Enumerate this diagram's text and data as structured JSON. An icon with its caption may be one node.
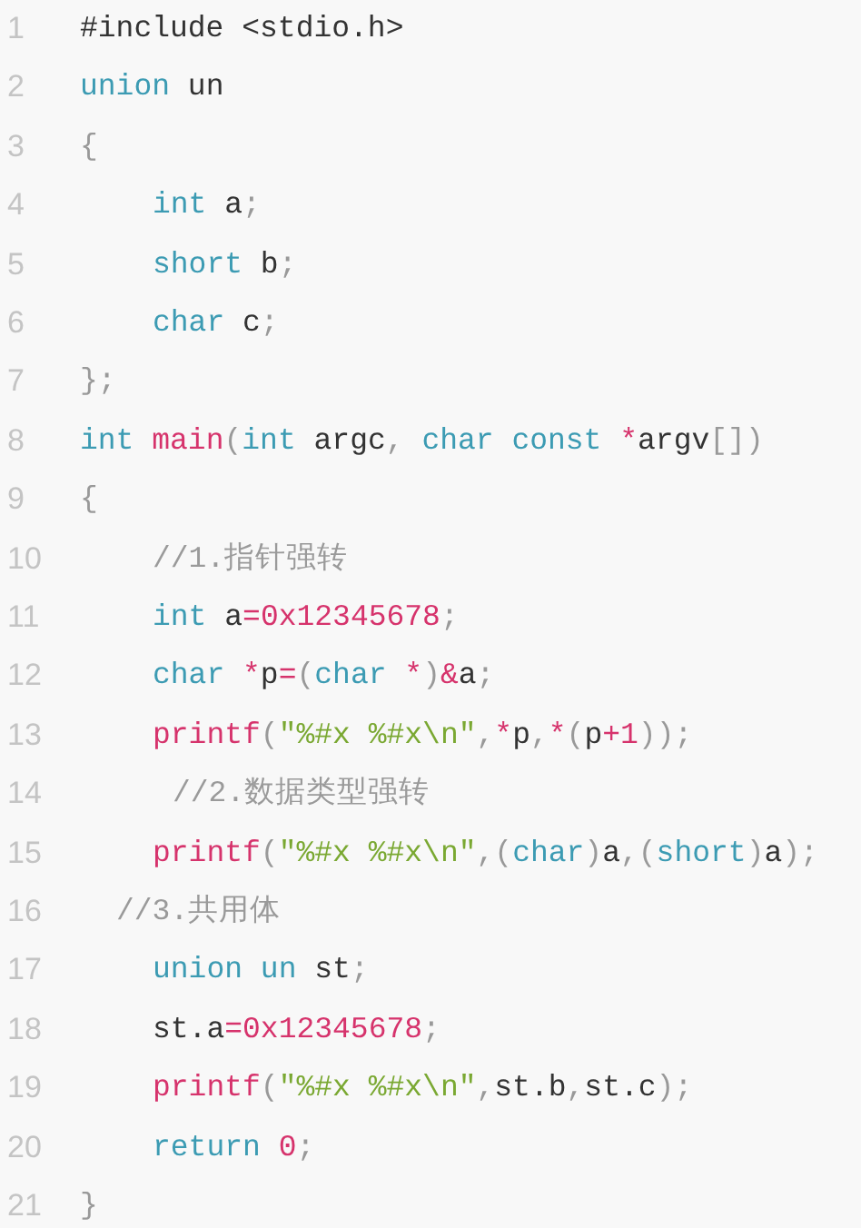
{
  "diagram": {
    "labels": [
      "1",
      "#include <stdio.h>",
      "2",
      "union un",
      "3",
      "{",
      "4",
      "int a;",
      "5",
      "short b;",
      "6",
      "char c;",
      "7",
      "};",
      "8",
      "int main(int argc, char const *argv[])",
      "9",
      "{",
      "10",
      "//1.指针强转",
      "11",
      "int a=0x12345678;",
      "12",
      "char *p=(char *)&a;",
      "13",
      "printf(\"%#x %#x\\n\",*p,*(p+1));",
      "14",
      "//2.数据类型强转",
      "15",
      "printf(\"%#x %#x\\n\",(char)a,(short)a);",
      "16",
      "//3.共用体",
      "17",
      "union un st;",
      "18",
      "st.a=0x12345678;",
      "19",
      "printf(\"%#x %#x\\n\",st.b,st.c);",
      "20",
      "return 0;",
      "21",
      "}"
    ]
  }
}
